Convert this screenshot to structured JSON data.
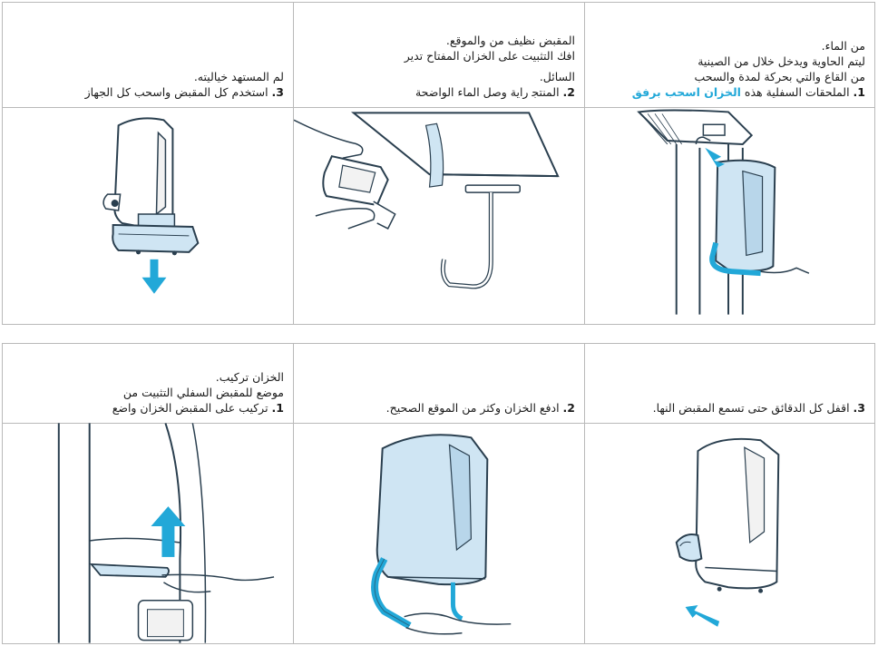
{
  "top_row": {
    "steps": [
      {
        "number": "3.",
        "lines": [
          "ﻟﻢ ﺍﻟﻤﺴﺘﻬﺪ ﺧﻴﺎﻟﻴﺘﻪ.",
          "ﺍﺳﺘﺨﺪﻡ ﻛﻞ ﺍﻟﻤﻘﺒﺾ ﻭﺍﺳﺤﺐ ﻛﻞ ﺍﻟﺠﻬﺎﺯ"
        ]
      },
      {
        "number": "2.",
        "lines": [
          "ﺍﻟﻤﻘﺒﺾ ﻧﻈﻴﻒ ﻣﻦ ﻭﺍﻟﻤﻮﻗﻊ.",
          "ﺍﻓﻚ ﺍﻟﺘﺜﺒﻴﺖ ﻋﻠﻰ ﺍﻟﺨﺰﺍﻥ ﺍﻟﻤﻔﺘﺎﺡ ﺗﺪﻳﺮ",
          "ﺍﻟﻤﻨﺘﺠ ﺭﺍﻳﺔ ﻭﺻﻞ ﺍﻟﻤﺎﺀ ﺍﻟﻮﺍﺿﺤﺔ",
          "ﺍﻟﺴﺎﺋﻞ."
        ]
      },
      {
        "number": "1.",
        "lines": [
          "ﻣﻦ ﺍﻟﻤﺎﺀ.",
          "ﻟﻴﺘﻢ ﺍﻟﺤﺎﻭﻳﺔ ﻭﻳﺪﺧﻞ ﺧﻼﻝ ﻣﻦ ﺍﻟﺼﻴﻨﻴﺔ",
          "ﻣﻦ ﺍﻟﻘﺎﻉ ﻭﺍﻟﺘﻲ ﺑﺤﺮﻛﺔ ﻟﻤﺪﺓ ﻭﺍﻟﺴﺤﺐ",
          "ﺍﻟﻤﻠﺤﻘﺎﺕ ﺍﻟﺴﻔﻠﻴﺔ ﻫﺬﻩ"
        ],
        "highlight": "ﺍﻟﺨﺰﺍﻥ ﺍﺳﺤﺐ ﺑﺮﻓﻖ"
      }
    ]
  },
  "bottom_row": {
    "steps": [
      {
        "number": "1.",
        "lines": [
          "ﺍﻟﺨﺰﺍﻥ ﺗﺮﻛﻴﺐ.",
          "ﺗﺮﻛﻴﺐ ﻋﻠﻰ ﺍﻟﻤﻘﺒﺾ ﺍﻟﺨﺰﺍﻥ ﻭﺍﺿﻊ",
          "ﻣﻮﺿﻊ ﻟﻠﻤﻘﺒﺾ ﺍﻟﺴﻔﻠﻲ ﺍﻟﺘﺜﺒﻴﺖ ﻣﻦ"
        ]
      },
      {
        "number": "2.",
        "lines": [
          "ﺍﺩﻓﻊ ﺍﻟﺨﺰﺍﻥ ﻭﻛﺜﺮ ﻣﻦ ﺍﻟﻤﻮﻗﻊ ﺍﻟﺼﺤﻴﺢ."
        ]
      },
      {
        "number": "3.",
        "lines": [
          "ﺍﻗﻔﻞ ﻛﻞ ﺍﻟﺪﻗﺎﺋﻖ ﺣﺘﻰ ﺗﺴﻤﻊ ﺍﻟﻤﻘﺒﺾ ﺍﻟﻨﻬﺎ."
        ]
      }
    ]
  },
  "colors": {
    "accent_blue": "#22a8d8",
    "tank_fill": "#cfe5f3",
    "tank_stroke": "#2a3f4f",
    "border": "#b9b9b9"
  },
  "icons": [
    "arrow-down-icon",
    "arrow-up-icon",
    "arrow-left-icon",
    "hand-icon",
    "water-tank-icon"
  ]
}
